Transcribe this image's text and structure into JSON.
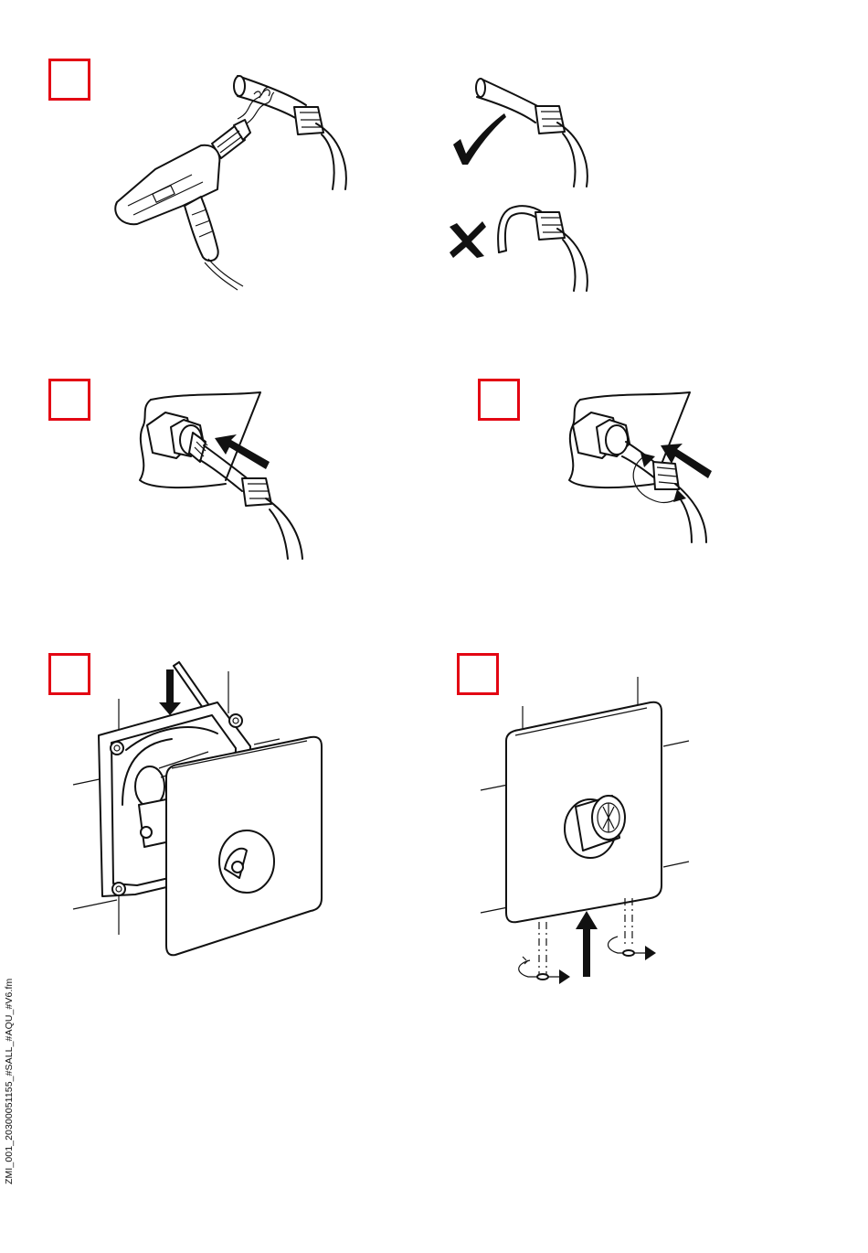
{
  "footer": {
    "file_label": "ZMI_001_20300051155_#SALL_#AQU_#V6.fm"
  },
  "steps": [
    {
      "id": "step-1",
      "number": "",
      "color": "#e30613"
    },
    {
      "id": "step-2",
      "number": "",
      "color": "#e30613"
    },
    {
      "id": "step-3",
      "number": "",
      "color": "#e30613"
    },
    {
      "id": "step-4",
      "number": "",
      "color": "#e30613"
    },
    {
      "id": "step-5",
      "number": "",
      "color": "#e30613"
    }
  ],
  "icons": {
    "correct": "check-mark-icon",
    "wrong": "cross-mark-icon"
  }
}
